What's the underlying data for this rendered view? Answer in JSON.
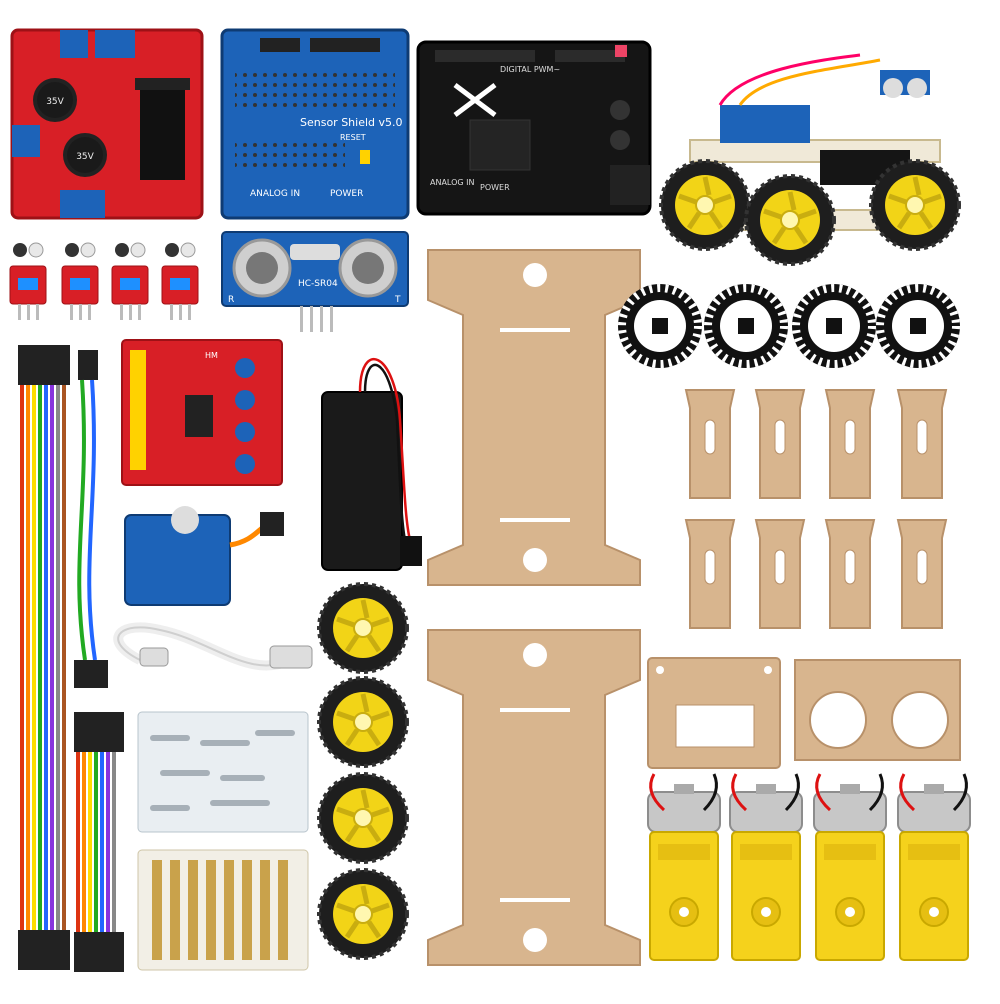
{
  "labels": {
    "sensor_shield_title": "Sensor Shield v5.0",
    "sensor_shield_analog": "ANALOG IN",
    "sensor_shield_power": "POWER",
    "sensor_shield_reset": "RESET",
    "ultrasonic_model": "HC-SR04",
    "ultrasonic_t": "T",
    "ultrasonic_r": "R",
    "uno_digital": "DIGITAL PWM~",
    "uno_power": "POWER",
    "uno_analog": "ANALOG IN",
    "motor_driver_cap_1": "35V",
    "motor_driver_cap_2": "35V",
    "line_sensor_board_label": "HM"
  },
  "colors": {
    "pcb_red": "#d81f26",
    "pcb_blue": "#1d63b8",
    "pcb_black": "#151515",
    "acrylic": "#d8b58e",
    "acrylic_edge": "#b8916a",
    "wheel_tire": "#1e1e1e",
    "wheel_hub": "#f2d417",
    "gearbox_yellow": "#f5d21c"
  }
}
